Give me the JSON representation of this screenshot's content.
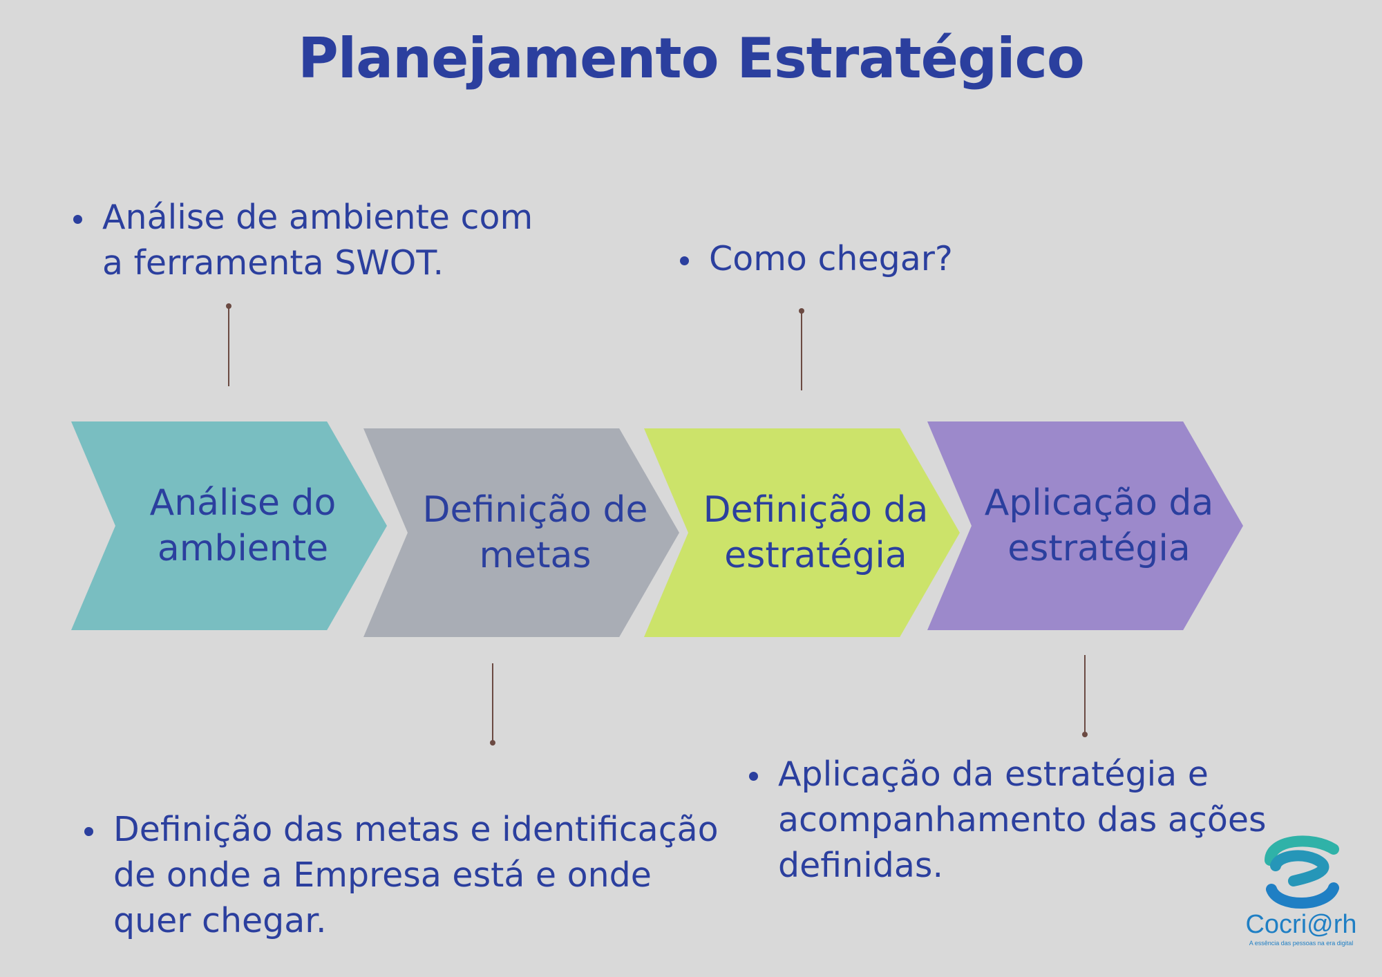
{
  "title": "Planejamento Estratégico",
  "steps": [
    {
      "label": "Análise do\nambiente",
      "color": "#79bec1"
    },
    {
      "label": "Definição de\nmetas",
      "color": "#a9adb5"
    },
    {
      "label": "Definição da\nestratégia",
      "color": "#cce36a"
    },
    {
      "label": "Aplicação da\nestratégia",
      "color": "#9c89cb"
    }
  ],
  "notes": {
    "step1": "Análise de ambiente com a ferramenta SWOT.",
    "step2": "Definição das metas e identificação de onde a Empresa está e onde quer chegar.",
    "step3": "Como chegar?",
    "step4": "Aplicação da estratégia e acompanhamento das ações definidas."
  },
  "logo": {
    "name": "Cocri@rh",
    "tagline": "A essência das pessoas na era digital",
    "colors": [
      "#2fb2a8",
      "#1f7fc4"
    ]
  }
}
